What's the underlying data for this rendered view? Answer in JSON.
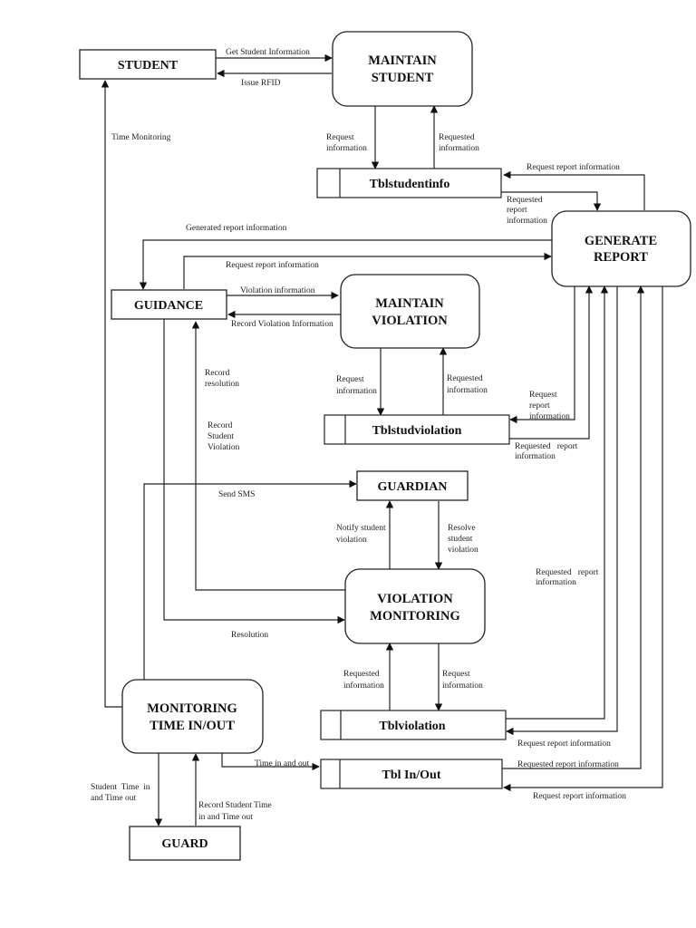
{
  "diagram": {
    "type": "data-flow-diagram",
    "entities": {
      "student": "STUDENT",
      "guidance": "GUIDANCE",
      "guardian": "GUARDIAN",
      "guard": "GUARD"
    },
    "processes": {
      "maintain_student": [
        "MAINTAIN",
        "STUDENT"
      ],
      "generate_report": [
        "GENERATE",
        "REPORT"
      ],
      "maintain_violation": [
        "MAINTAIN",
        "VIOLATION"
      ],
      "violation_monitoring": [
        "VIOLATION",
        "MONITORING"
      ],
      "monitoring_time": [
        "MONITORING",
        "TIME IN/OUT"
      ]
    },
    "stores": {
      "tblstudentinfo": "Tblstudentinfo",
      "tblstudviolation": "Tblstudviolation",
      "tblviolation": "Tblviolation",
      "tblinout": "Tbl In/Out"
    },
    "flows": {
      "get_student_info": "Get Student Information",
      "issue_rfid": "Issue RFID",
      "time_monitoring": "Time Monitoring",
      "ms_request_info": [
        "Request",
        "information"
      ],
      "ms_requested_info": [
        "Requested",
        "information"
      ],
      "si_request_report": "Request report information",
      "si_requested_report": [
        "Requested",
        "report",
        "information"
      ],
      "generated_report": "Generated report information",
      "guidance_request_report": "Request report information",
      "violation_info": "Violation information",
      "record_violation_info": "Record Violation Information",
      "mv_request_info": [
        "Request",
        "information"
      ],
      "mv_requested_info": [
        "Requested",
        "information"
      ],
      "record_resolution": [
        "Record",
        "resolution"
      ],
      "record_student_violation": [
        "Record",
        "Student",
        "Violation"
      ],
      "sv_request_report": [
        "Request",
        "report",
        "information"
      ],
      "sv_requested_report": [
        "Requested   report",
        "information"
      ],
      "send_sms": "Send SMS",
      "notify_violation": [
        "Notify student",
        "violation"
      ],
      "resolve_violation": [
        "Resolve",
        "student",
        "violation"
      ],
      "resolution": "Resolution",
      "tv_requested_report": [
        "Requested   report",
        "information"
      ],
      "vm_requested_info": [
        "Requested",
        "information"
      ],
      "vm_request_info": [
        "Request",
        "information"
      ],
      "tv_request_report": "Request report information",
      "time_in_out": "Time in and out",
      "io_requested_report": "Requested report information",
      "io_request_report": "Request report information",
      "student_time": [
        "Student  Time  in",
        "and Time out"
      ],
      "record_student_time": [
        "Record Student Time",
        "in and Time out"
      ]
    }
  }
}
